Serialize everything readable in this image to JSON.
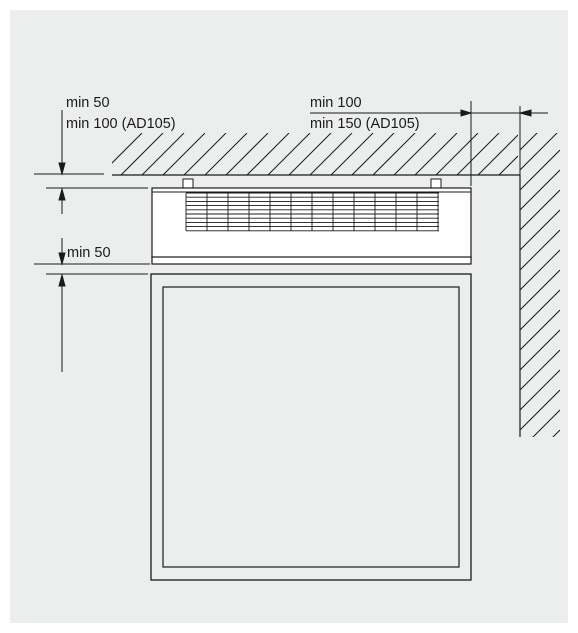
{
  "labels": {
    "top_left_line1": "min 50",
    "top_left_line2": "min 100 (AD105)",
    "top_right_line1": "min 100",
    "top_right_line2": "min 150 (AD105)",
    "mid_left": "min 50"
  },
  "colors": {
    "background": "#eceeed",
    "line": "#1a1a1a",
    "unit_fill": "#ffffff"
  }
}
